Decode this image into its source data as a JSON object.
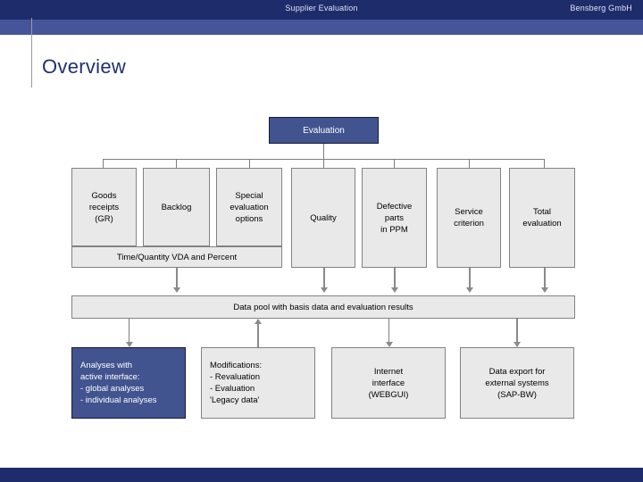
{
  "header": {
    "title": "Supplier Evaluation",
    "company": "Bensberg GmbH"
  },
  "page": {
    "title": "Overview"
  },
  "diagram": {
    "root": {
      "label": "Evaluation"
    },
    "criteria": [
      {
        "label": "Goods\nreceipts\n(GR)"
      },
      {
        "label": "Backlog"
      },
      {
        "label": "Special\nevaluation\noptions"
      },
      {
        "label": "Quality"
      },
      {
        "label": "Defective\nparts\nin PPM"
      },
      {
        "label": "Service\ncriterion"
      },
      {
        "label": "Total\nevaluation"
      }
    ],
    "subbar": {
      "label": "Time/Quantity VDA and Percent"
    },
    "datapool": {
      "label": "Data pool with basis data and evaluation results"
    },
    "outputs": [
      {
        "label": "Analyses with\nactive interface:\n- global analyses\n- individual analyses"
      },
      {
        "label": "Modifications:\n- Revaluation\n- Evaluation\n  'Legacy data'"
      },
      {
        "label": "Internet\ninterface\n(WEBGUI)"
      },
      {
        "label": "Data export for\nexternal systems\n(SAP-BW)"
      }
    ]
  },
  "colors": {
    "header_dark": "#1f2c6b",
    "header_light": "#46549a",
    "accent_blue": "#41548f",
    "box_gray": "#e9e9e9",
    "box_border": "#828282",
    "connector": "#8a8a8a",
    "title_text": "#20306e"
  }
}
